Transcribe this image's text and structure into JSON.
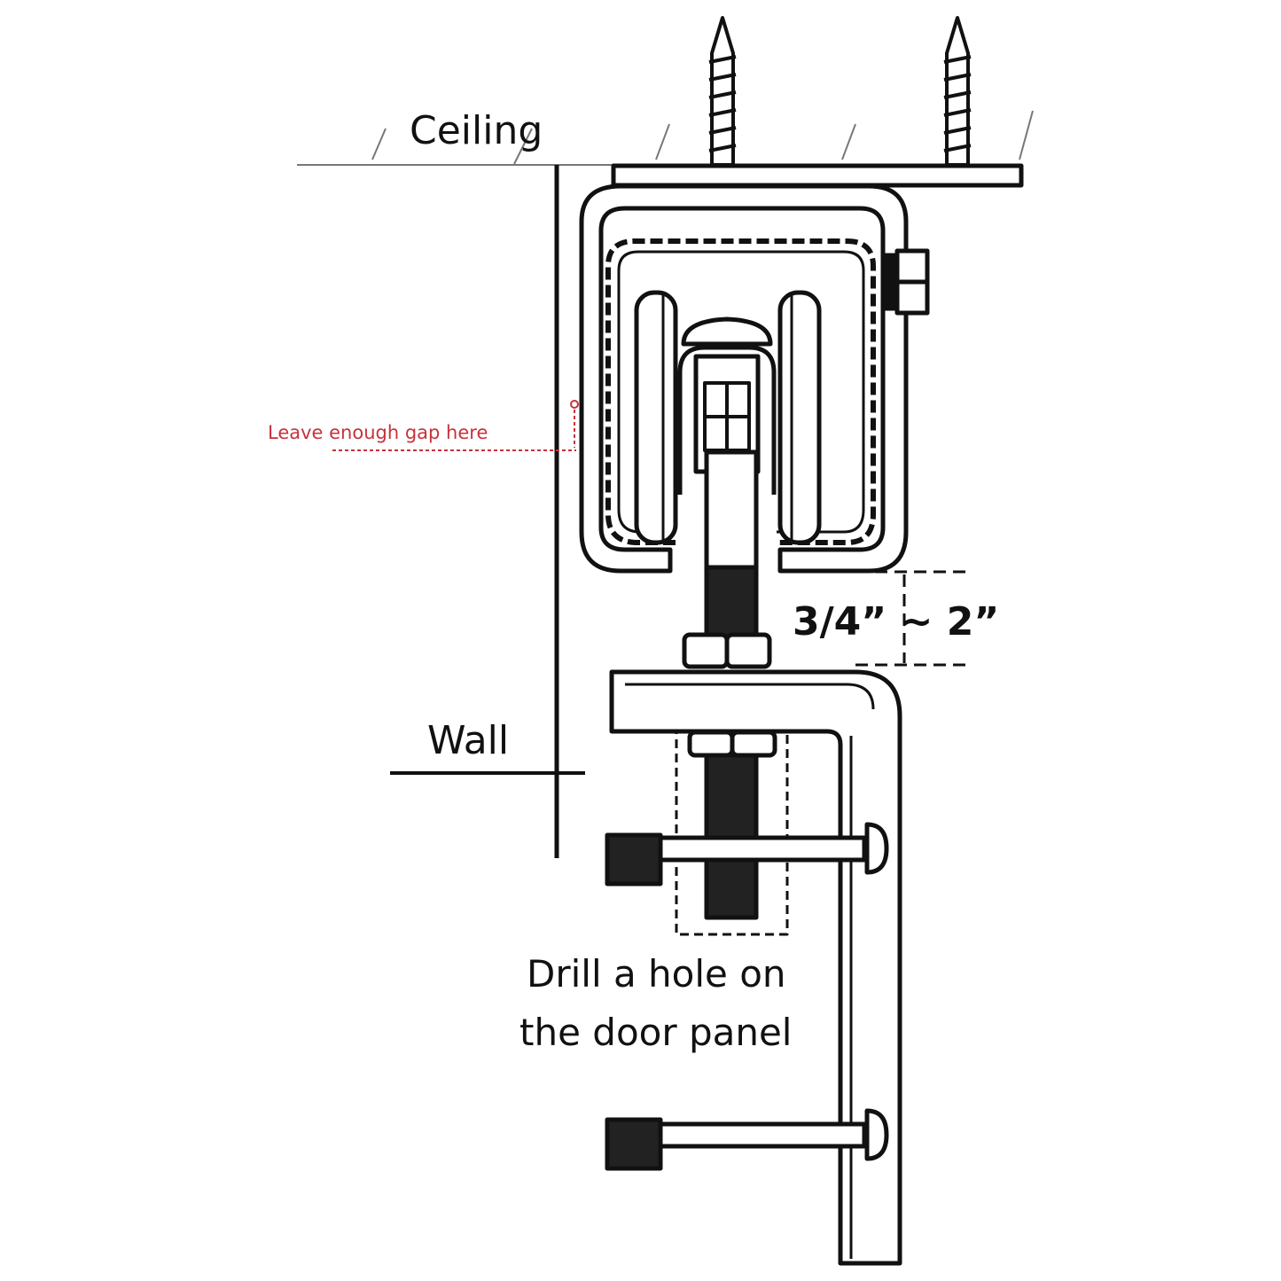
{
  "labels": {
    "ceiling": "Ceiling",
    "wall": "Wall",
    "gap_note": "Leave enough gap here",
    "dimension": "3/4” ~ 2”",
    "drill_line1": "Drill a hole on",
    "drill_line2": "the door panel"
  },
  "colors": {
    "line": "#111111",
    "note": "#c8323c"
  }
}
